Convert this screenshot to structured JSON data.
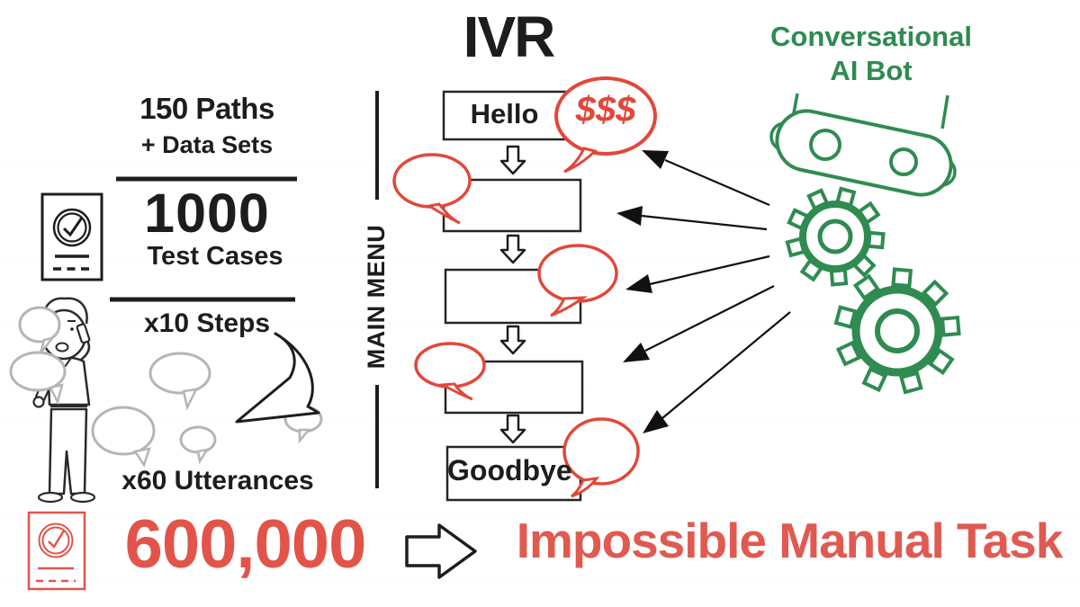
{
  "left_stats": {
    "paths": "150 Paths",
    "data_sets": "+ Data Sets",
    "big_number": "1000",
    "test_cases": "Test Cases",
    "steps": "x10 Steps",
    "utterances": "x60 Utterances"
  },
  "ivr_flow": {
    "title": "IVR",
    "menu_label": "MAIN MENU",
    "cost_bubble": "$$$",
    "nodes": [
      {
        "label": "Hello"
      },
      {
        "label": ""
      },
      {
        "label": ""
      },
      {
        "label": ""
      },
      {
        "label": "Goodbye"
      }
    ]
  },
  "ai_bot": {
    "line1": "Conversational",
    "line2": "AI Bot"
  },
  "summary": {
    "total": "600,000",
    "message": "Impossible Manual Task"
  },
  "icons": {
    "top_left": "checklist-icon",
    "bottom_left": "checklist-icon",
    "right_top": "robot-head-icon",
    "right_middle": "gears-icon",
    "left_figure": "confused-caller-illustration"
  },
  "colors": {
    "ink": "#1d1d1d",
    "bubble_red": "#e2473a",
    "text_red": "#e05a50",
    "total_red": "#e25449",
    "bot_green": "#2f8b51",
    "bubble_gray": "#b5b5b5"
  }
}
